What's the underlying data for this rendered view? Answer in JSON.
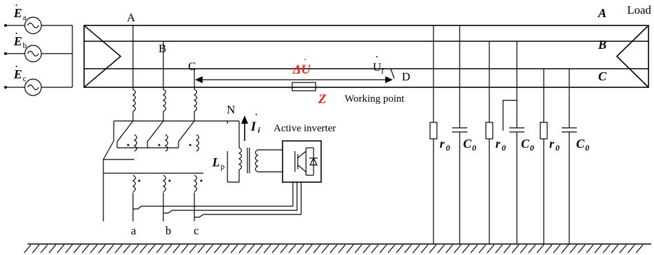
{
  "sources": [
    {
      "label": "E",
      "sub": "a"
    },
    {
      "label": "E",
      "sub": "b"
    },
    {
      "label": "E",
      "sub": "c"
    }
  ],
  "line_labels_left": [
    "A",
    "B",
    "C"
  ],
  "line_labels_right": [
    "A",
    "B",
    "C"
  ],
  "load_label": "Load",
  "point_d": "D",
  "delta_u": "ΔU",
  "u_f": "U",
  "u_f_sub": "f",
  "impedance": "Z",
  "working_point": "Working point",
  "neutral": "N",
  "current": "I",
  "current_sub": "i",
  "lp": "L",
  "lp_sub": "p",
  "inverter": "Active inverter",
  "terminals": [
    "a",
    "b",
    "c"
  ],
  "shunts": [
    {
      "r": "r",
      "r_sub": "0",
      "c": "C",
      "c_sub": "0"
    },
    {
      "r": "r",
      "r_sub": "0",
      "c": "C",
      "c_sub": "0"
    },
    {
      "r": "r",
      "r_sub": "0",
      "c": "C",
      "c_sub": "0"
    }
  ],
  "colors": {
    "accent": "#e0261f",
    "line": "#000000"
  }
}
